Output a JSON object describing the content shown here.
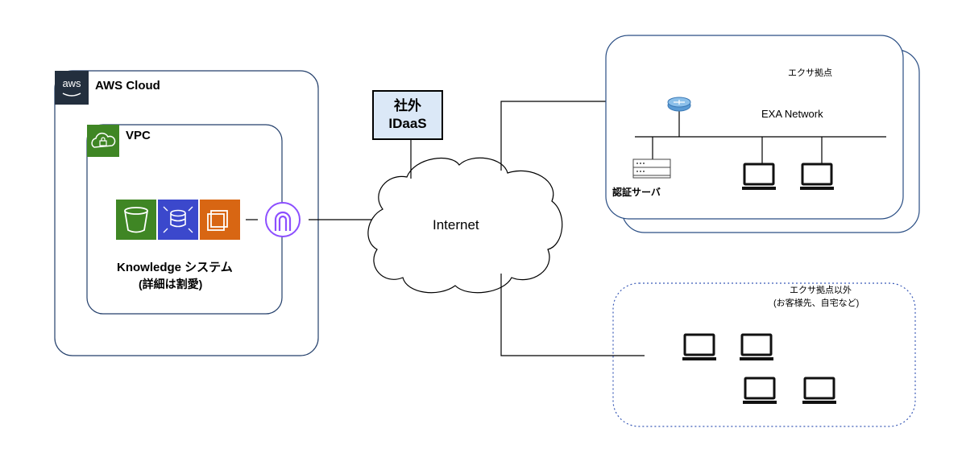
{
  "aws": {
    "title": "AWS Cloud",
    "logo_text": "aws"
  },
  "vpc": {
    "title": "VPC"
  },
  "system": {
    "name": "Knowledge システム",
    "note": "(詳細は割愛)"
  },
  "idaas": {
    "line1": "社外",
    "line2": "IDaaS",
    "fill": "#dbe8f7"
  },
  "internet": {
    "label": "Internet"
  },
  "exa": {
    "site_label": "エクサ拠点",
    "network_label": "EXA Network",
    "auth_server_label": "認証サーバ",
    "border": "#2a4e84"
  },
  "other": {
    "title": "エクサ拠点以外",
    "note": "(お客様先、自宅など)",
    "border": "#3b5bb7"
  },
  "icons": {
    "aws_logo": "aws-logo-icon",
    "vpc": "vpc-lock-cloud-icon",
    "s3": "s3-bucket-icon",
    "rds": "rds-database-icon",
    "ec2": "ec2-instance-icon",
    "gateway": "internet-gateway-icon",
    "router": "router-icon",
    "server": "server-icon",
    "laptop": "laptop-icon"
  },
  "colors": {
    "aws_border": "#233f6b",
    "s3": "#3f8624",
    "rds": "#3b48cc",
    "ec2": "#d86613",
    "vpc": "#3f8624",
    "gateway": "#8c4fff",
    "router": "#5a9bd5"
  }
}
